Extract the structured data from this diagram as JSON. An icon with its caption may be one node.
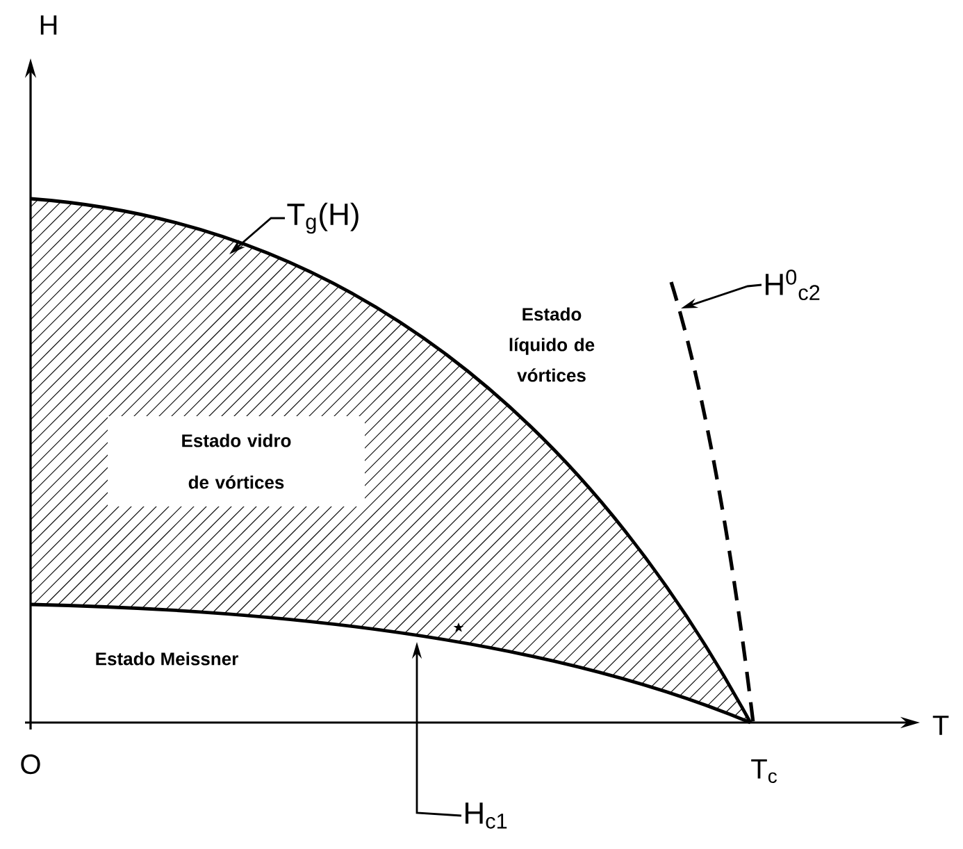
{
  "diagram": {
    "nodes": [
      {
        "text": [
          "T$_{g}$(H)"
        ]
      },
      {
        "text": [
          "H$^{0}$$_{c2}$"
        ]
      },
      {
        "text": [
          "H$_{c1}$"
        ]
      }
    ],
    "edges": [
      {
        "from": 0,
        "to": null,
        "arrow": "to"
      },
      {
        "from": 1,
        "to": null,
        "arrow": "to"
      },
      {
        "from": 2,
        "to": null,
        "arrow": "to"
      }
    ],
    "labels": [
      "H",
      "Estado líquido de vórtices",
      "Estado vidro de vórtices",
      "Estado Meissner",
      "O",
      "T$_{c}$",
      "T"
    ]
  }
}
